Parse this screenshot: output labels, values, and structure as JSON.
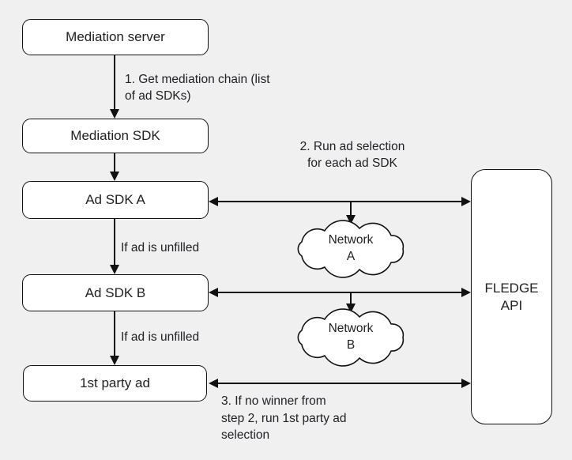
{
  "diagram": {
    "title_implicit": "Ad mediation flow with FLEDGE API",
    "colors": {
      "background": "#f0f0f1",
      "node_fill": "#ffffff",
      "stroke": "#111111",
      "text": "#202124"
    }
  },
  "nodes": {
    "mediation_server": {
      "label": "Mediation server"
    },
    "mediation_sdk": {
      "label": "Mediation SDK"
    },
    "ad_sdk_a": {
      "label": "Ad SDK A"
    },
    "ad_sdk_b": {
      "label": "Ad SDK B"
    },
    "first_party_ad": {
      "label": "1st party ad"
    },
    "fledge_api": {
      "label": "FLEDGE API"
    }
  },
  "clouds": {
    "network_a": {
      "lines": [
        "Network",
        "A"
      ]
    },
    "network_b": {
      "lines": [
        "Network",
        "B"
      ]
    }
  },
  "annotations": {
    "step1": {
      "lines": [
        "1. Get mediation chain (list",
        "of ad SDKs)"
      ]
    },
    "step2": {
      "lines": [
        "2. Run ad selection",
        "for each ad SDK"
      ]
    },
    "step3": {
      "lines": [
        "3. If no winner from",
        "step 2, run 1st party ad",
        "selection"
      ]
    },
    "unfilled_a": {
      "label": "If ad is unfilled"
    },
    "unfilled_b": {
      "label": "If ad is unfilled"
    }
  }
}
